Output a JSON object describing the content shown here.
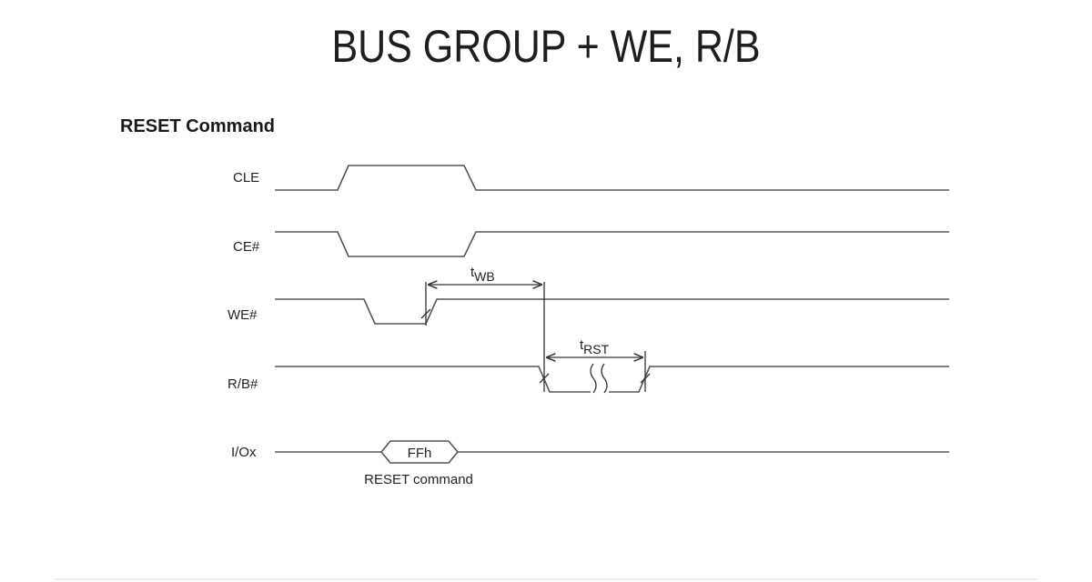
{
  "slide": {
    "title": "BUS GROUP + WE, R/B"
  },
  "diagram": {
    "heading": "RESET Command",
    "signals": {
      "cle": "CLE",
      "ce": "CE#",
      "we": "WE#",
      "rb": "R/B#",
      "io": "I/Ox"
    },
    "timings": {
      "twb": {
        "t": "t",
        "sub": "WB"
      },
      "trst": {
        "t": "t",
        "sub": "RST"
      }
    },
    "bus": {
      "value": "FFh",
      "caption": "RESET command"
    }
  },
  "colors": {
    "title": "#1e1e1e",
    "line": "#555555"
  }
}
